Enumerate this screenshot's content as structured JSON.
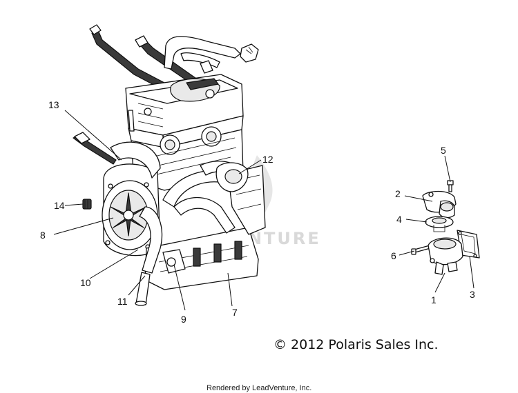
{
  "callouts": [
    {
      "id": "1",
      "text": "1"
    },
    {
      "id": "2",
      "text": "2"
    },
    {
      "id": "3",
      "text": "3"
    },
    {
      "id": "4",
      "text": "4"
    },
    {
      "id": "5",
      "text": "5"
    },
    {
      "id": "6",
      "text": "6"
    },
    {
      "id": "7",
      "text": "7"
    },
    {
      "id": "8",
      "text": "8"
    },
    {
      "id": "9",
      "text": "9"
    },
    {
      "id": "10",
      "text": "10"
    },
    {
      "id": "11",
      "text": "11"
    },
    {
      "id": "12",
      "text": "12"
    },
    {
      "id": "13",
      "text": "13"
    },
    {
      "id": "14",
      "text": "14"
    }
  ],
  "copyright": "© 2012 Polaris Sales Inc.",
  "credit": "Rendered by LeadVenture, Inc.",
  "watermark": "VENTURE",
  "colors": {
    "ink": "#111111",
    "watermark": "#d9d9d9",
    "background": "#ffffff"
  }
}
